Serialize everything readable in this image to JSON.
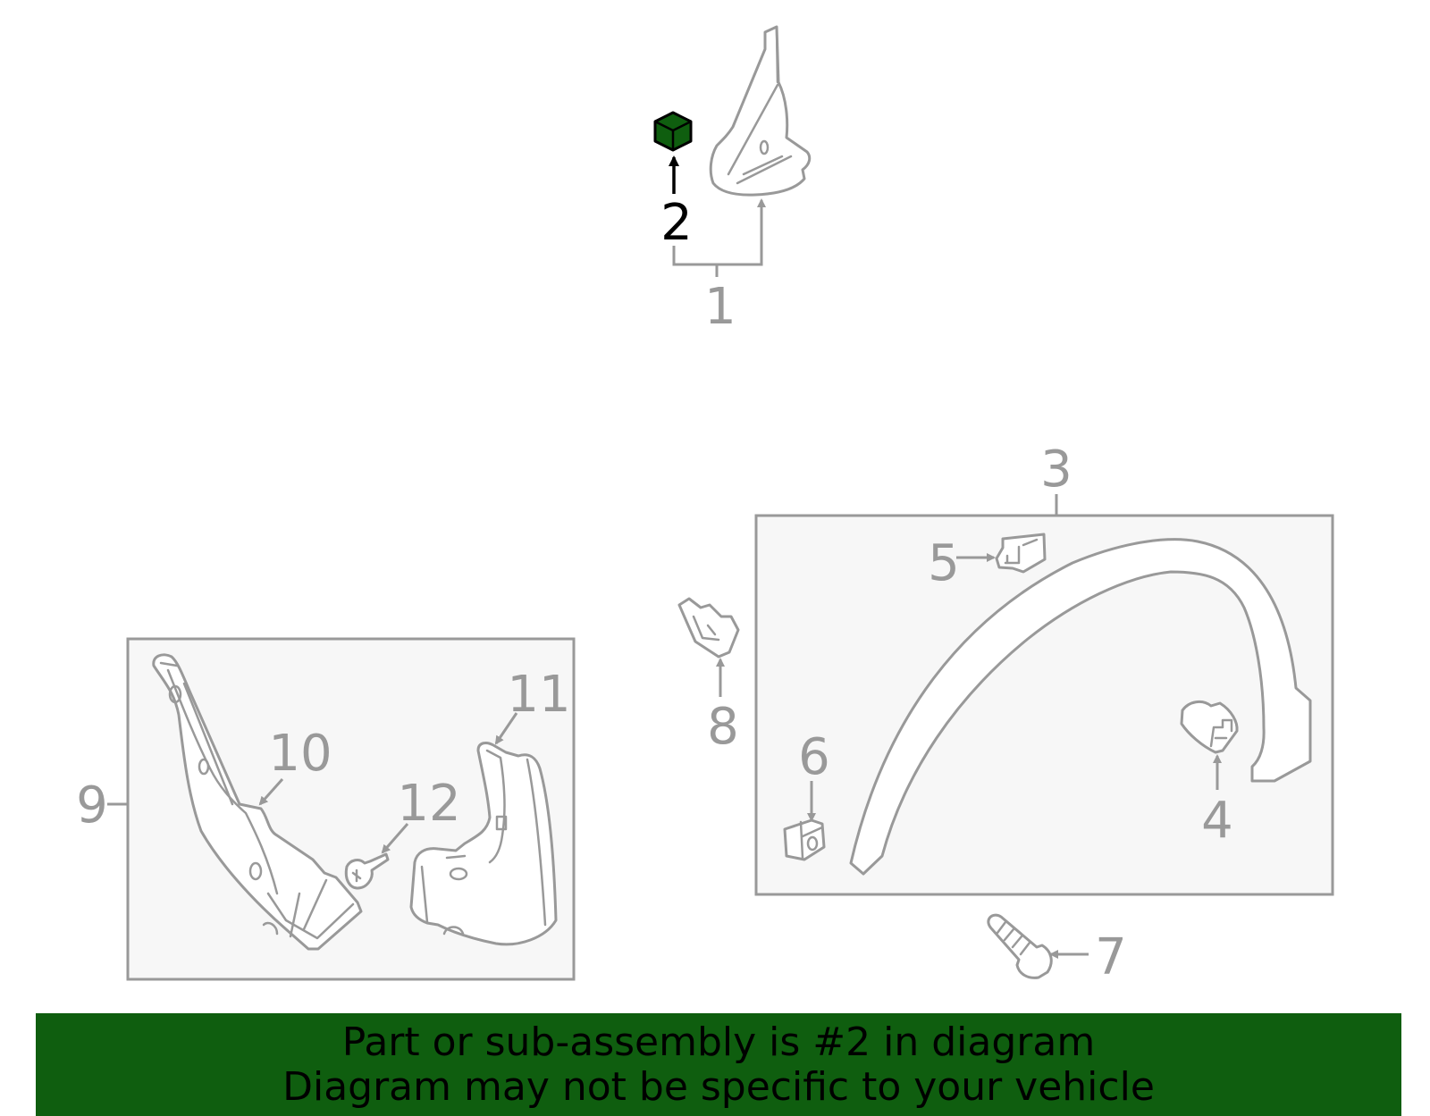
{
  "callouts": {
    "c1": "1",
    "c2": "2",
    "c3": "3",
    "c4": "4",
    "c5": "5",
    "c6": "6",
    "c7": "7",
    "c8": "8",
    "c9": "9",
    "c10": "10",
    "c11": "11",
    "c12": "12"
  },
  "highlight": {
    "part_number": "2",
    "color": "#0f5e0f"
  },
  "banner": {
    "line1": "Part or sub-assembly is #2 in diagram",
    "line2": "Diagram may not be specific to your vehicle",
    "color": "#0f5e0f"
  }
}
